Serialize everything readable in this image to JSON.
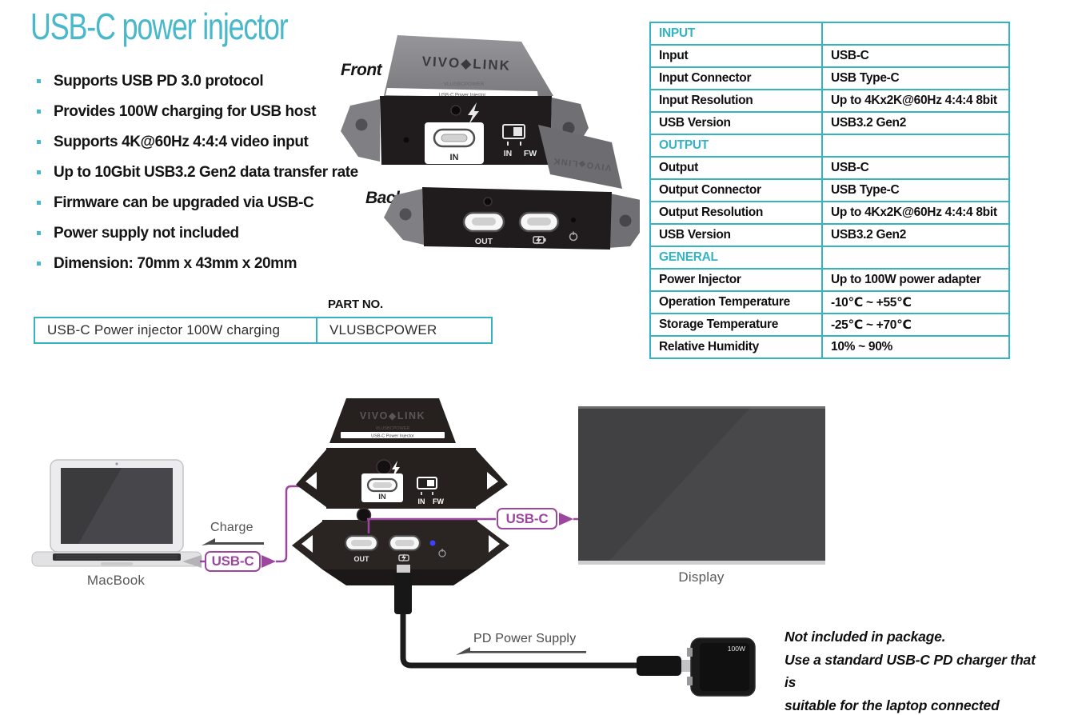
{
  "colors": {
    "accent": "#48b8ca",
    "table_border": "#34b3c5",
    "purple": "#9c46a0"
  },
  "title": "USB-C power injector",
  "features": [
    "Supports USB PD 3.0 protocol",
    "Provides 100W charging for USB host",
    "Supports 4K@60Hz 4:4:4 video input",
    "Up to 10Gbit USB3.2 Gen2 data transfer rate",
    "Firmware can be upgraded via USB-C",
    "Power supply not included",
    "Dimension: 70mm x 43mm x 20mm"
  ],
  "spec_table": {
    "rows": [
      {
        "label": "INPUT",
        "value": "",
        "section": true
      },
      {
        "label": "Input",
        "value": "USB-C"
      },
      {
        "label": "Input Connector",
        "value": "USB Type-C"
      },
      {
        "label": "Input Resolution",
        "value": "Up to 4Kx2K@60Hz 4:4:4 8bit"
      },
      {
        "label": "USB Version",
        "value": "USB3.2 Gen2"
      },
      {
        "label": "OUTPUT",
        "value": "",
        "section": true
      },
      {
        "label": "Output",
        "value": "USB-C"
      },
      {
        "label": "Output Connector",
        "value": "USB Type-C"
      },
      {
        "label": "Output Resolution",
        "value": "Up to 4Kx2K@60Hz 4:4:4 8bit"
      },
      {
        "label": "USB Version",
        "value": "USB3.2 Gen2"
      },
      {
        "label": "GENERAL",
        "value": "",
        "section": true
      },
      {
        "label": "Power Injector",
        "value": "Up to 100W power adapter"
      },
      {
        "label": "Operation Temperature",
        "value": "-10℃ ~ +55℃"
      },
      {
        "label": "Storage Temperature",
        "value": "-25℃ ~ +70℃"
      },
      {
        "label": "Relative Humidity",
        "value": "10% ~ 90%"
      }
    ]
  },
  "part_table": {
    "header": "PART NO.",
    "description": "USB-C Power injector 100W charging",
    "part_no": "VLUSBCPOWER"
  },
  "device": {
    "front_label": "Front",
    "back_label": "Back",
    "brand": "VIVO◆LINK",
    "model": "VLUSBCPOWER",
    "product_name": "USB-C Power Injector",
    "port_in": "IN",
    "port_out": "OUT",
    "switch_in": "IN",
    "switch_fw": "FW"
  },
  "diagram": {
    "macbook_label": "MacBook",
    "display_label": "Display",
    "charge_label": "Charge",
    "usbc_left_label": "USB-C",
    "usbc_right_label": "USB-C",
    "pd_label": "PD Power Supply",
    "adapter_wattage": "100W",
    "note_line1": "Not included in package.",
    "note_line2": "Use a standard USB-C PD charger that is",
    "note_line3": "suitable for the laptop connected"
  }
}
